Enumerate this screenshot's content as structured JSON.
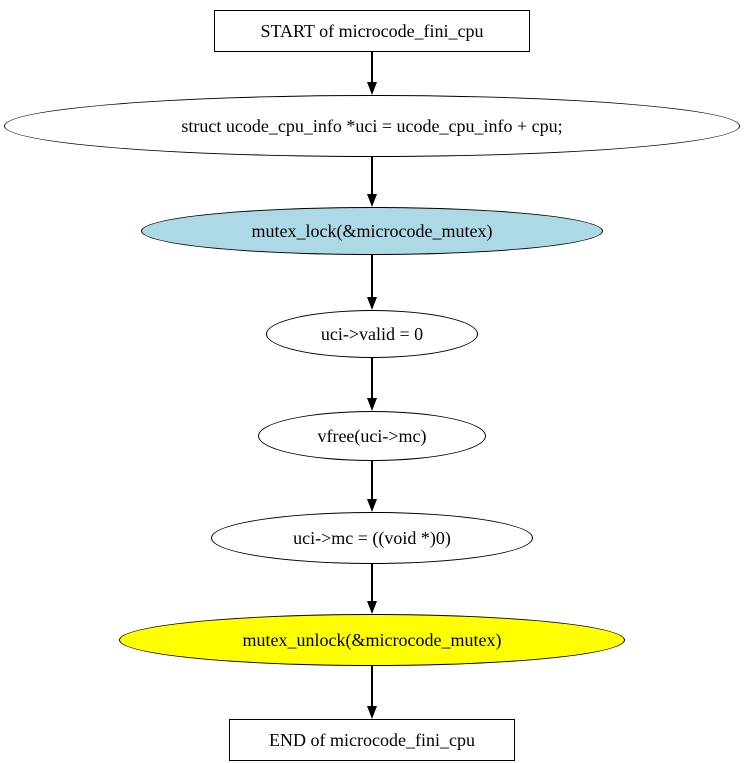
{
  "diagram": {
    "type": "flowchart",
    "function_name": "microcode_fini_cpu",
    "background_color": "#ffffff",
    "edge_color": "#000000",
    "node_border_color": "#000000",
    "accent_colors": {
      "lock_fill": "#add8e6",
      "unlock_fill": "#ffff00",
      "default_fill": "#ffffff"
    },
    "nodes": [
      {
        "id": "start",
        "shape": "box",
        "label": "START of microcode_fini_cpu",
        "fill": "#ffffff"
      },
      {
        "id": "assign",
        "shape": "ellipse",
        "label": "struct ucode_cpu_info *uci = ucode_cpu_info + cpu;",
        "fill": "#ffffff"
      },
      {
        "id": "mutex-lock",
        "shape": "ellipse",
        "label": "mutex_lock(&microcode_mutex)",
        "fill": "#add8e6"
      },
      {
        "id": "set-valid",
        "shape": "ellipse",
        "label": "uci->valid = 0",
        "fill": "#ffffff"
      },
      {
        "id": "vfree",
        "shape": "ellipse",
        "label": "vfree(uci->mc)",
        "fill": "#ffffff"
      },
      {
        "id": "set-mc-null",
        "shape": "ellipse",
        "label": "uci->mc = ((void *)0)",
        "fill": "#ffffff"
      },
      {
        "id": "mutex-unlock",
        "shape": "ellipse",
        "label": "mutex_unlock(&microcode_mutex)",
        "fill": "#ffff00"
      },
      {
        "id": "end",
        "shape": "box",
        "label": "END of microcode_fini_cpu",
        "fill": "#ffffff"
      }
    ],
    "edges": [
      {
        "from": "start",
        "to": "assign"
      },
      {
        "from": "assign",
        "to": "mutex-lock"
      },
      {
        "from": "mutex-lock",
        "to": "set-valid"
      },
      {
        "from": "set-valid",
        "to": "vfree"
      },
      {
        "from": "vfree",
        "to": "set-mc-null"
      },
      {
        "from": "set-mc-null",
        "to": "mutex-unlock"
      },
      {
        "from": "mutex-unlock",
        "to": "end"
      }
    ]
  }
}
